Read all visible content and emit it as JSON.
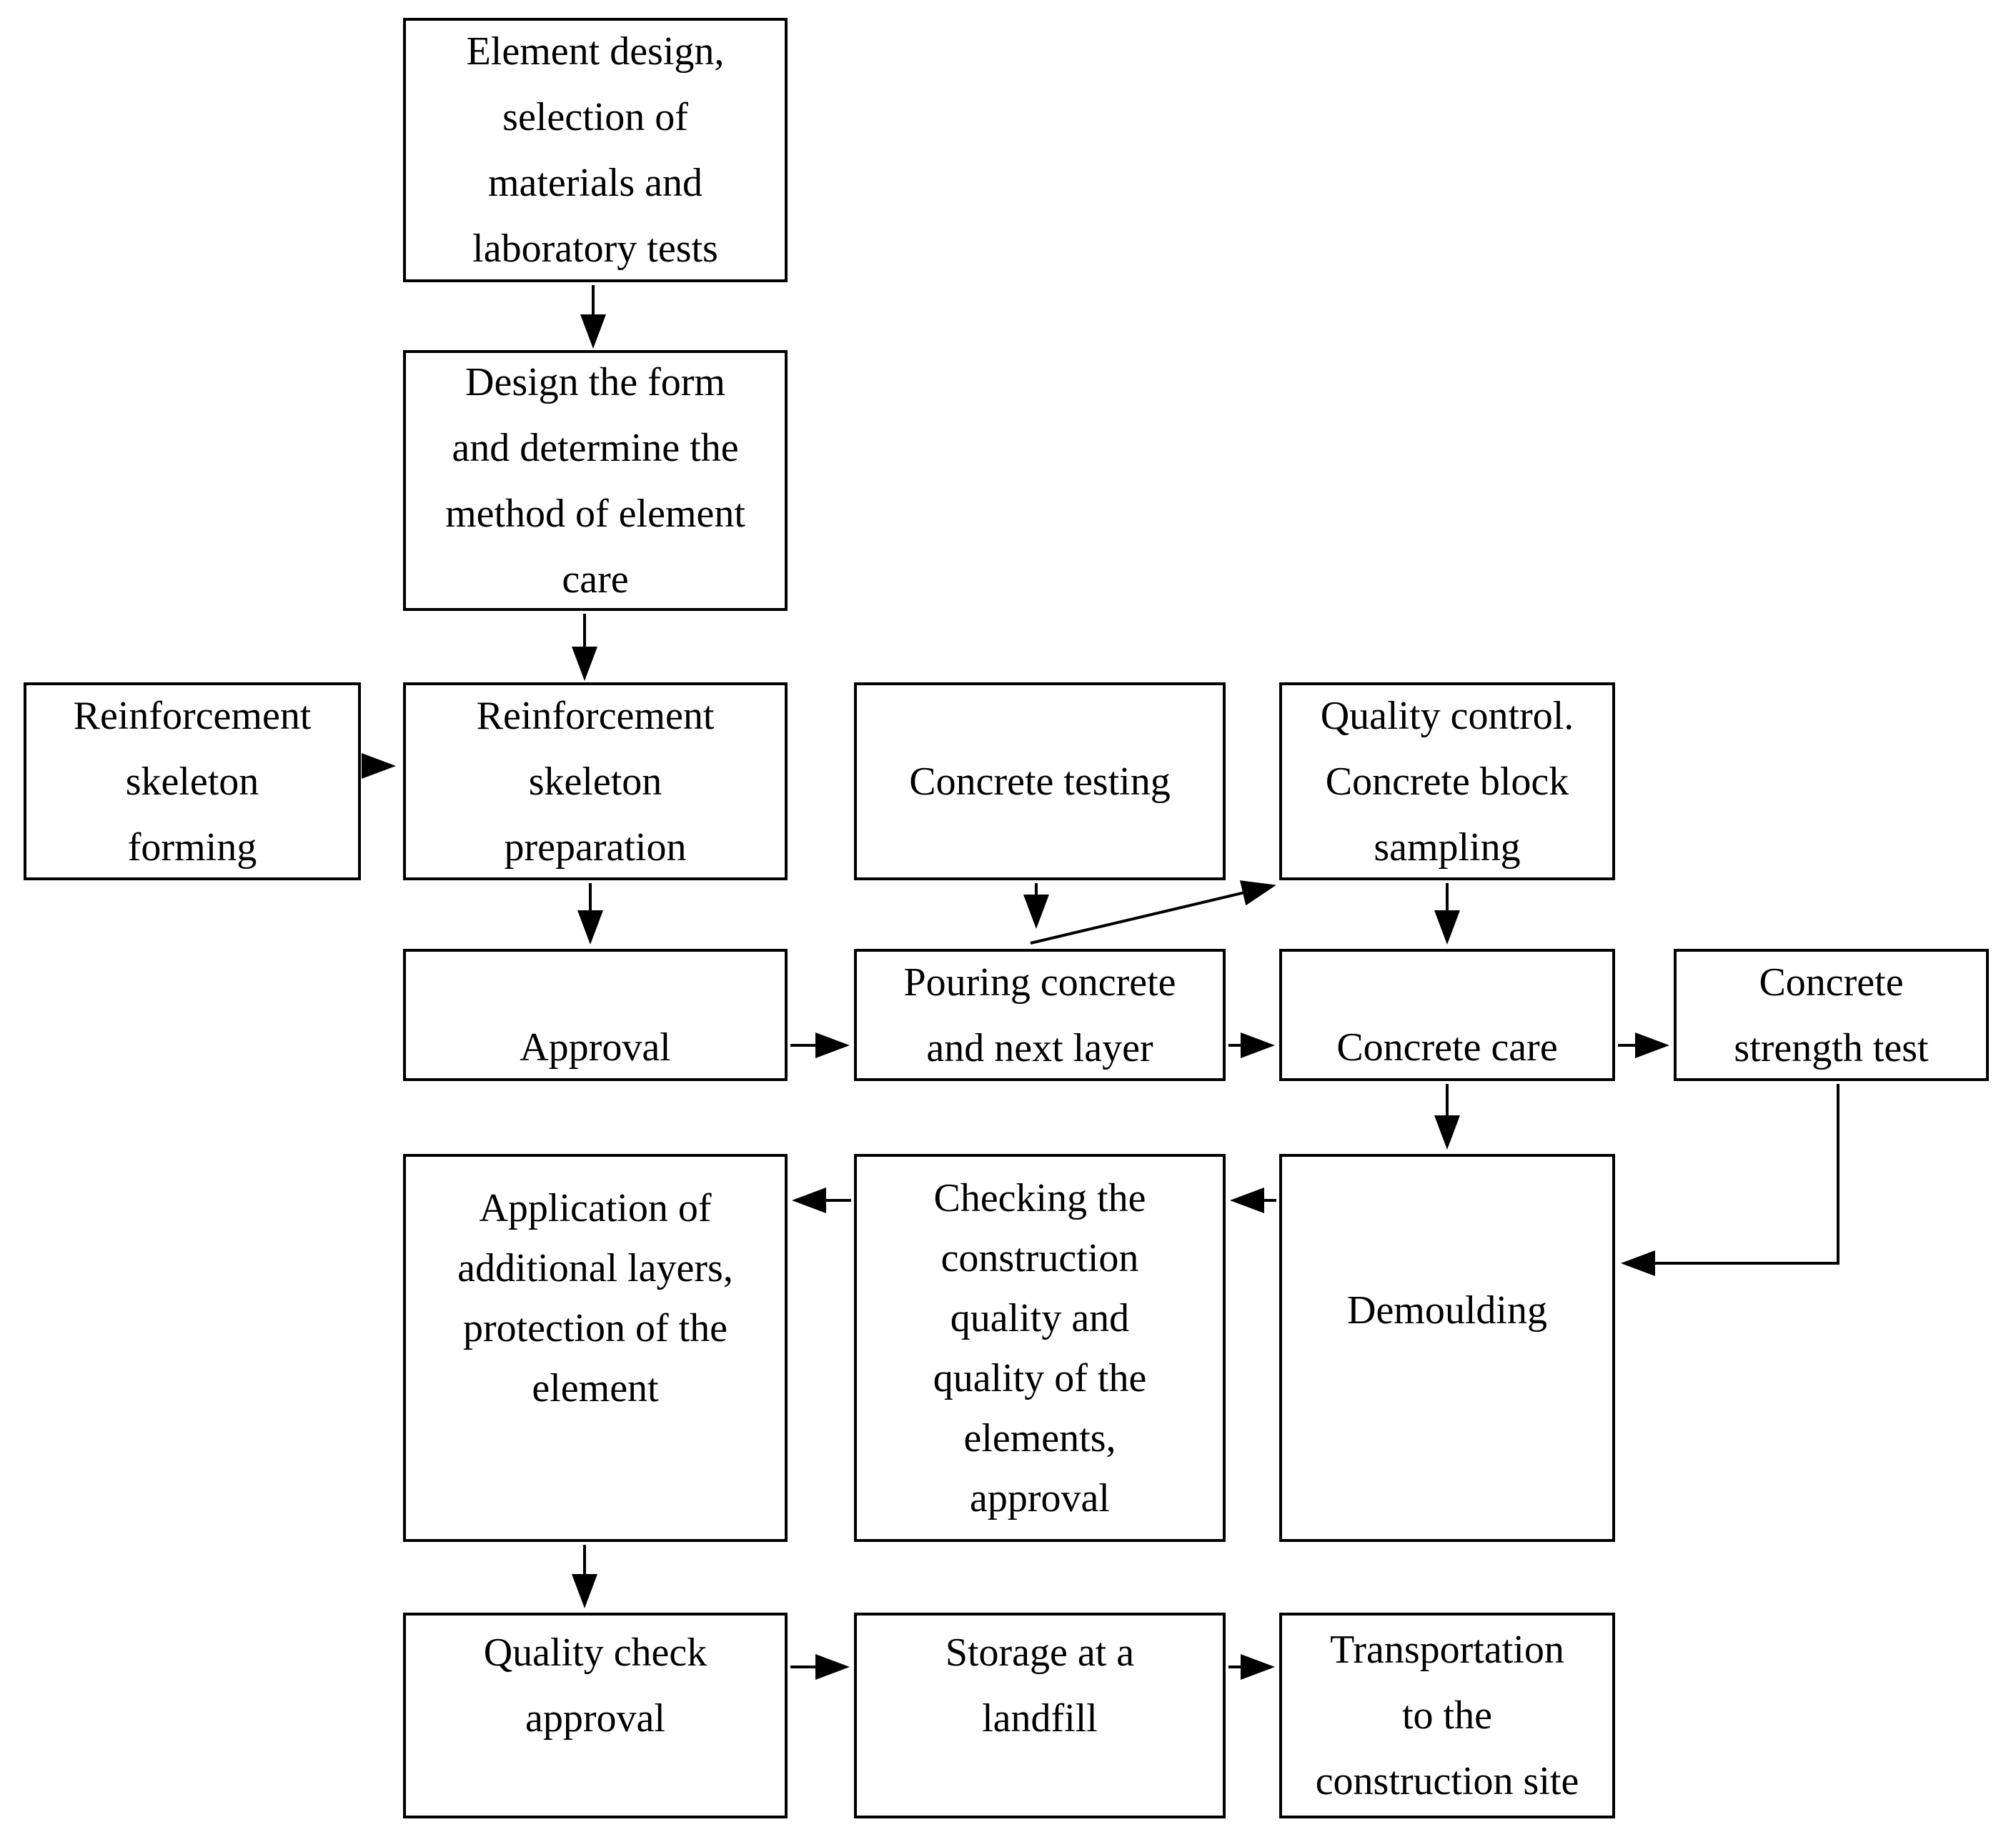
{
  "diagram": {
    "type": "flowchart",
    "colors": {
      "background": "#ffffff",
      "box_fill": "#ffffff",
      "box_border": "#000000",
      "text": "#000000",
      "arrow": "#000000"
    },
    "boxes": {
      "element_design": "Element design,\nselection of\nmaterials and\nlaboratory tests",
      "design_form": "Design the form\nand determine the\nmethod of element\ncare",
      "reinforcement_forming": "Reinforcement\nskeleton\nforming",
      "reinforcement_preparation": "Reinforcement\nskeleton\npreparation",
      "concrete_testing": "Concrete testing",
      "quality_control": "Quality control.\nConcrete block\nsampling",
      "approval": "Approval",
      "pouring_concrete": "Pouring concrete\nand next layer",
      "concrete_care": "Concrete care",
      "strength_test": "Concrete\nstrength test",
      "application_layers": "Application of\nadditional layers,\nprotection of the\nelement",
      "checking_quality": "Checking the\nconstruction\nquality and\nquality of the\nelements,\napproval",
      "demoulding": "Demoulding",
      "quality_check": "Quality check\napproval",
      "storage": "Storage at a\nlandfill",
      "transportation": "Transportation\nto the\nconstruction site"
    },
    "connections": [
      {
        "from": "element_design",
        "to": "design_form"
      },
      {
        "from": "design_form",
        "to": "reinforcement_preparation"
      },
      {
        "from": "reinforcement_forming",
        "to": "reinforcement_preparation"
      },
      {
        "from": "reinforcement_preparation",
        "to": "approval"
      },
      {
        "from": "concrete_testing",
        "to": "pouring_concrete"
      },
      {
        "from": "pouring_concrete",
        "to": "quality_control"
      },
      {
        "from": "quality_control",
        "to": "concrete_care"
      },
      {
        "from": "approval",
        "to": "pouring_concrete"
      },
      {
        "from": "pouring_concrete",
        "to": "concrete_care"
      },
      {
        "from": "concrete_care",
        "to": "strength_test"
      },
      {
        "from": "concrete_care",
        "to": "demoulding"
      },
      {
        "from": "strength_test",
        "to": "demoulding"
      },
      {
        "from": "demoulding",
        "to": "checking_quality"
      },
      {
        "from": "checking_quality",
        "to": "application_layers"
      },
      {
        "from": "application_layers",
        "to": "quality_check"
      },
      {
        "from": "quality_check",
        "to": "storage"
      },
      {
        "from": "storage",
        "to": "transportation"
      }
    ]
  }
}
